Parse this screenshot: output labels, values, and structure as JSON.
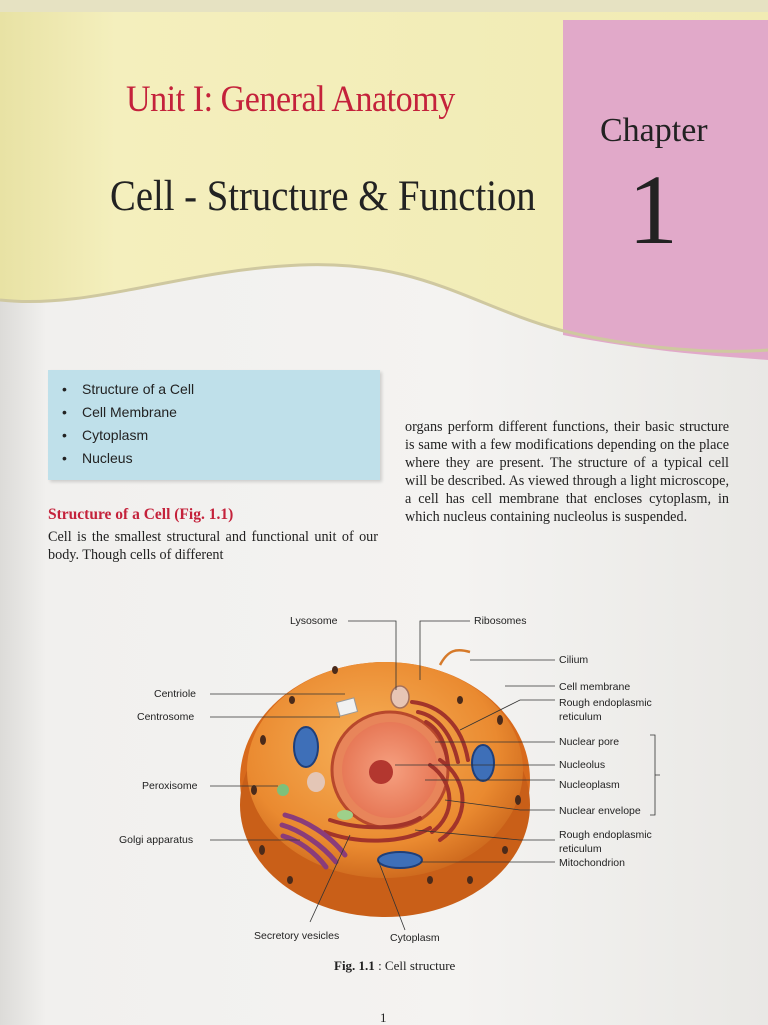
{
  "header": {
    "unit_title": "Unit I: General Anatomy",
    "chapter_title": "Cell - Structure & Function",
    "chapter_label": "Chapter",
    "chapter_number": "1"
  },
  "topics": [
    "Structure of a Cell",
    "Cell Membrane",
    "Cytoplasm",
    "Nucleus"
  ],
  "section": {
    "heading": "Structure of a Cell (Fig. 1.1)",
    "left_text": "Cell is the smallest structural and functional unit of our body. Though cells of different",
    "right_text": "organs perform different functions, their basic structure is same with a few modifications depending on the place where they are present. The structure of a typical cell will be described. As viewed through a light microscope, a cell has cell membrane that encloses cytoplasm, in which nucleus containing nucleolus is suspended."
  },
  "figure": {
    "labels": {
      "lysosome": "Lysosome",
      "ribosomes": "Ribosomes",
      "cilium": "Cilium",
      "cell_membrane": "Cell membrane",
      "rer_top_1": "Rough endoplasmic",
      "rer_top_2": "reticulum",
      "centriole": "Centriole",
      "centrosome": "Centrosome",
      "nuclear_pore": "Nuclear pore",
      "nucleolus": "Nucleolus",
      "nucleoplasm": "Nucleoplasm",
      "nuclear_envelope": "Nuclear envelope",
      "peroxisome": "Peroxisome",
      "golgi": "Golgi apparatus",
      "rer_bottom_1": "Rough endoplasmic",
      "rer_bottom_2": "reticulum",
      "mitochondrion": "Mitochondrion",
      "secretory_vesicles": "Secretory vesicles",
      "cytoplasm": "Cytoplasm"
    },
    "caption_prefix": "Fig. 1.1",
    "caption_text": " : Cell structure"
  },
  "page_number": "1",
  "colors": {
    "header_yellow": "#f3edb4",
    "chapter_pink": "#e0a9c8",
    "title_red": "#c4223b",
    "box_blue": "#bfe0ea",
    "cell_orange": "#e8822a"
  }
}
